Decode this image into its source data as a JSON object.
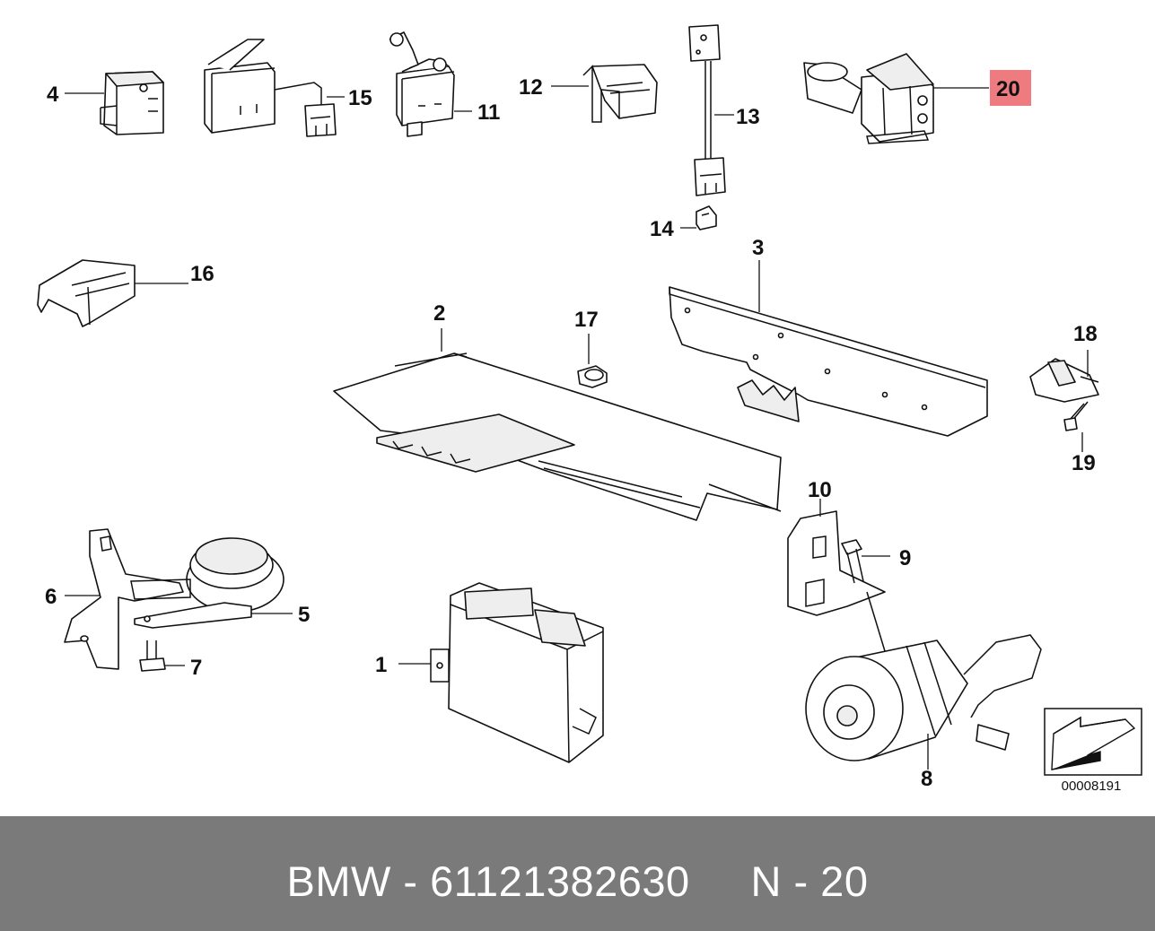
{
  "diagram": {
    "callouts": [
      {
        "id": "1",
        "label": "1"
      },
      {
        "id": "2",
        "label": "2"
      },
      {
        "id": "3",
        "label": "3"
      },
      {
        "id": "4",
        "label": "4"
      },
      {
        "id": "5",
        "label": "5"
      },
      {
        "id": "6",
        "label": "6"
      },
      {
        "id": "7",
        "label": "7"
      },
      {
        "id": "8",
        "label": "8"
      },
      {
        "id": "9",
        "label": "9"
      },
      {
        "id": "10",
        "label": "10"
      },
      {
        "id": "11",
        "label": "11"
      },
      {
        "id": "12",
        "label": "12"
      },
      {
        "id": "13",
        "label": "13"
      },
      {
        "id": "14",
        "label": "14"
      },
      {
        "id": "15",
        "label": "15"
      },
      {
        "id": "16",
        "label": "16"
      },
      {
        "id": "17",
        "label": "17"
      },
      {
        "id": "18",
        "label": "18"
      },
      {
        "id": "19",
        "label": "19"
      },
      {
        "id": "20",
        "label": "20",
        "highlighted": true
      }
    ],
    "highlight_color": "#ee7b80",
    "reference_code": "00008191"
  },
  "footer": {
    "text": "BMW - 61121382630     N - 20",
    "background": "#7a7a7a"
  }
}
